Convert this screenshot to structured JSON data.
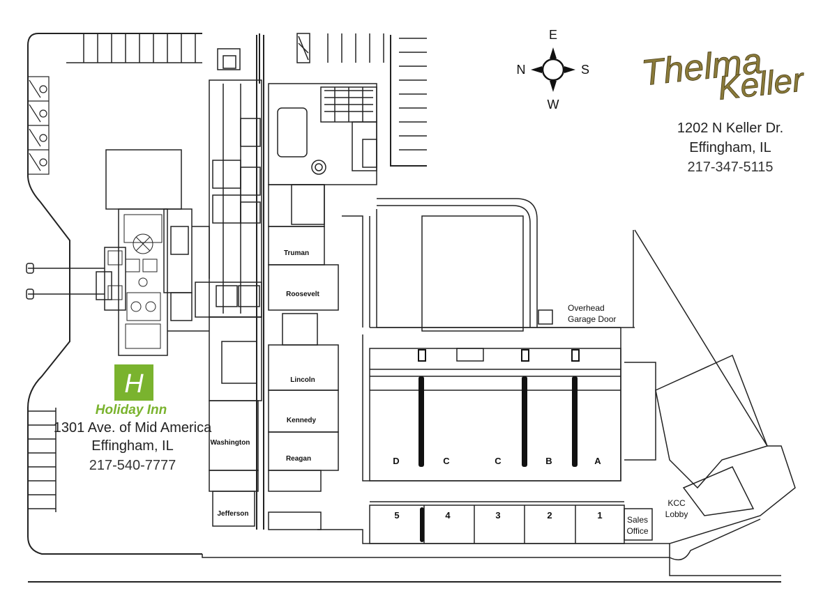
{
  "compass": {
    "north": "N",
    "south": "S",
    "east": "E",
    "west": "W"
  },
  "thelma_keller": {
    "logo_line1": "Thelma",
    "logo_line2": "Keller",
    "address": "1202 N Keller Dr.",
    "city": "Effingham, IL",
    "phone": "217-347-5115"
  },
  "holiday_inn": {
    "logo_text": "Holiday Inn",
    "logo_color": "#7ab32e",
    "address": "1301 Ave. of Mid America",
    "city": "Effingham, IL",
    "phone": "217-540-7777"
  },
  "rooms": {
    "truman": "Truman",
    "roosevelt": "Roosevelt",
    "lincoln": "Lincoln",
    "kennedy": "Kennedy",
    "reagan": "Reagan",
    "washington": "Washington",
    "jefferson": "Jefferson"
  },
  "ballroom_sections": [
    "D",
    "C",
    "C",
    "B",
    "A"
  ],
  "meeting_rooms": [
    "5",
    "4",
    "3",
    "2",
    "1"
  ],
  "labels": {
    "overhead_line1": "Overhead",
    "overhead_line2": "Garage Door",
    "kcc_line1": "KCC",
    "kcc_line2": "Lobby",
    "sales_line1": "Sales",
    "sales_line2": "Office"
  },
  "colors": {
    "line": "#222222",
    "thelma_gold": "#8a7a3a"
  }
}
